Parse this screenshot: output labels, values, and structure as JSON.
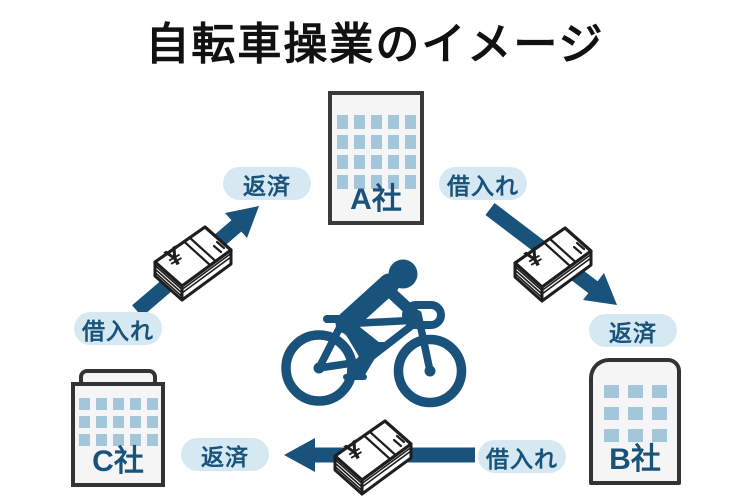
{
  "title": "自転車操業のイメージ",
  "companies": {
    "a": "A社",
    "b": "B社",
    "c": "C社"
  },
  "flows": {
    "a_to_b": {
      "borrow": "借入れ",
      "repay": "返済"
    },
    "b_to_c": {
      "borrow": "借入れ",
      "repay": "返済"
    },
    "c_to_a": {
      "borrow": "借入れ",
      "repay": "返済"
    }
  },
  "money": {
    "currency_symbol": "¥"
  },
  "windows": {
    "a": {
      "cols": 5,
      "rows": 4
    },
    "b": {
      "cols": 3,
      "rows": 3
    },
    "c": {
      "cols": 5,
      "rows": 3
    }
  },
  "colors": {
    "accent_teal": "#19537b",
    "pill_bg": "#d6e9f3",
    "window_blue": "#a4c6db",
    "building_fill": "#f5f5f5",
    "outline_dark": "#333333",
    "title_ink": "#111111"
  }
}
